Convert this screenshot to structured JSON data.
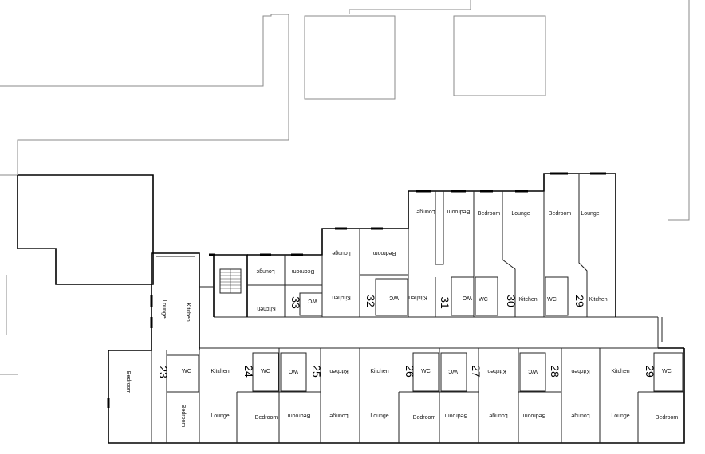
{
  "flats": {
    "f23": "23",
    "f24": "24",
    "f25": "25",
    "f26": "26",
    "f27": "27",
    "f28": "28",
    "f29a": "29",
    "f29b": "29",
    "f30": "30",
    "f31": "31",
    "f32": "32",
    "f33": "33"
  },
  "rooms": {
    "bedroom": "Bedroom",
    "lounge": "Lounge",
    "kitchen": "Kitchen",
    "wc": "WC"
  }
}
